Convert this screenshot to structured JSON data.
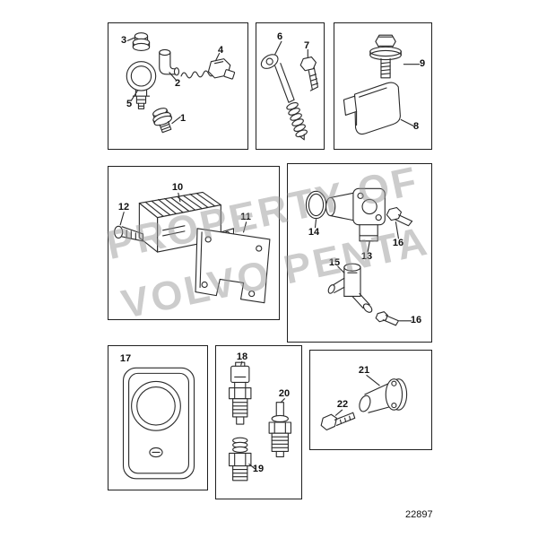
{
  "page": {
    "drawing_number": "22897",
    "watermark_line1": "PROPERTY OF",
    "watermark_line2": "VOLVO PENTA"
  },
  "callouts": {
    "c1": "1",
    "c2": "2",
    "c3": "3",
    "c4": "4",
    "c5": "5",
    "c6": "6",
    "c7": "7",
    "c8": "8",
    "c9": "9",
    "c10": "10",
    "c11": "11",
    "c12": "12",
    "c13": "13",
    "c14": "14",
    "c15": "15",
    "c16a": "16",
    "c16b": "16",
    "c17": "17",
    "c18": "18",
    "c19": "19",
    "c20": "20",
    "c21": "21",
    "c22": "22"
  }
}
